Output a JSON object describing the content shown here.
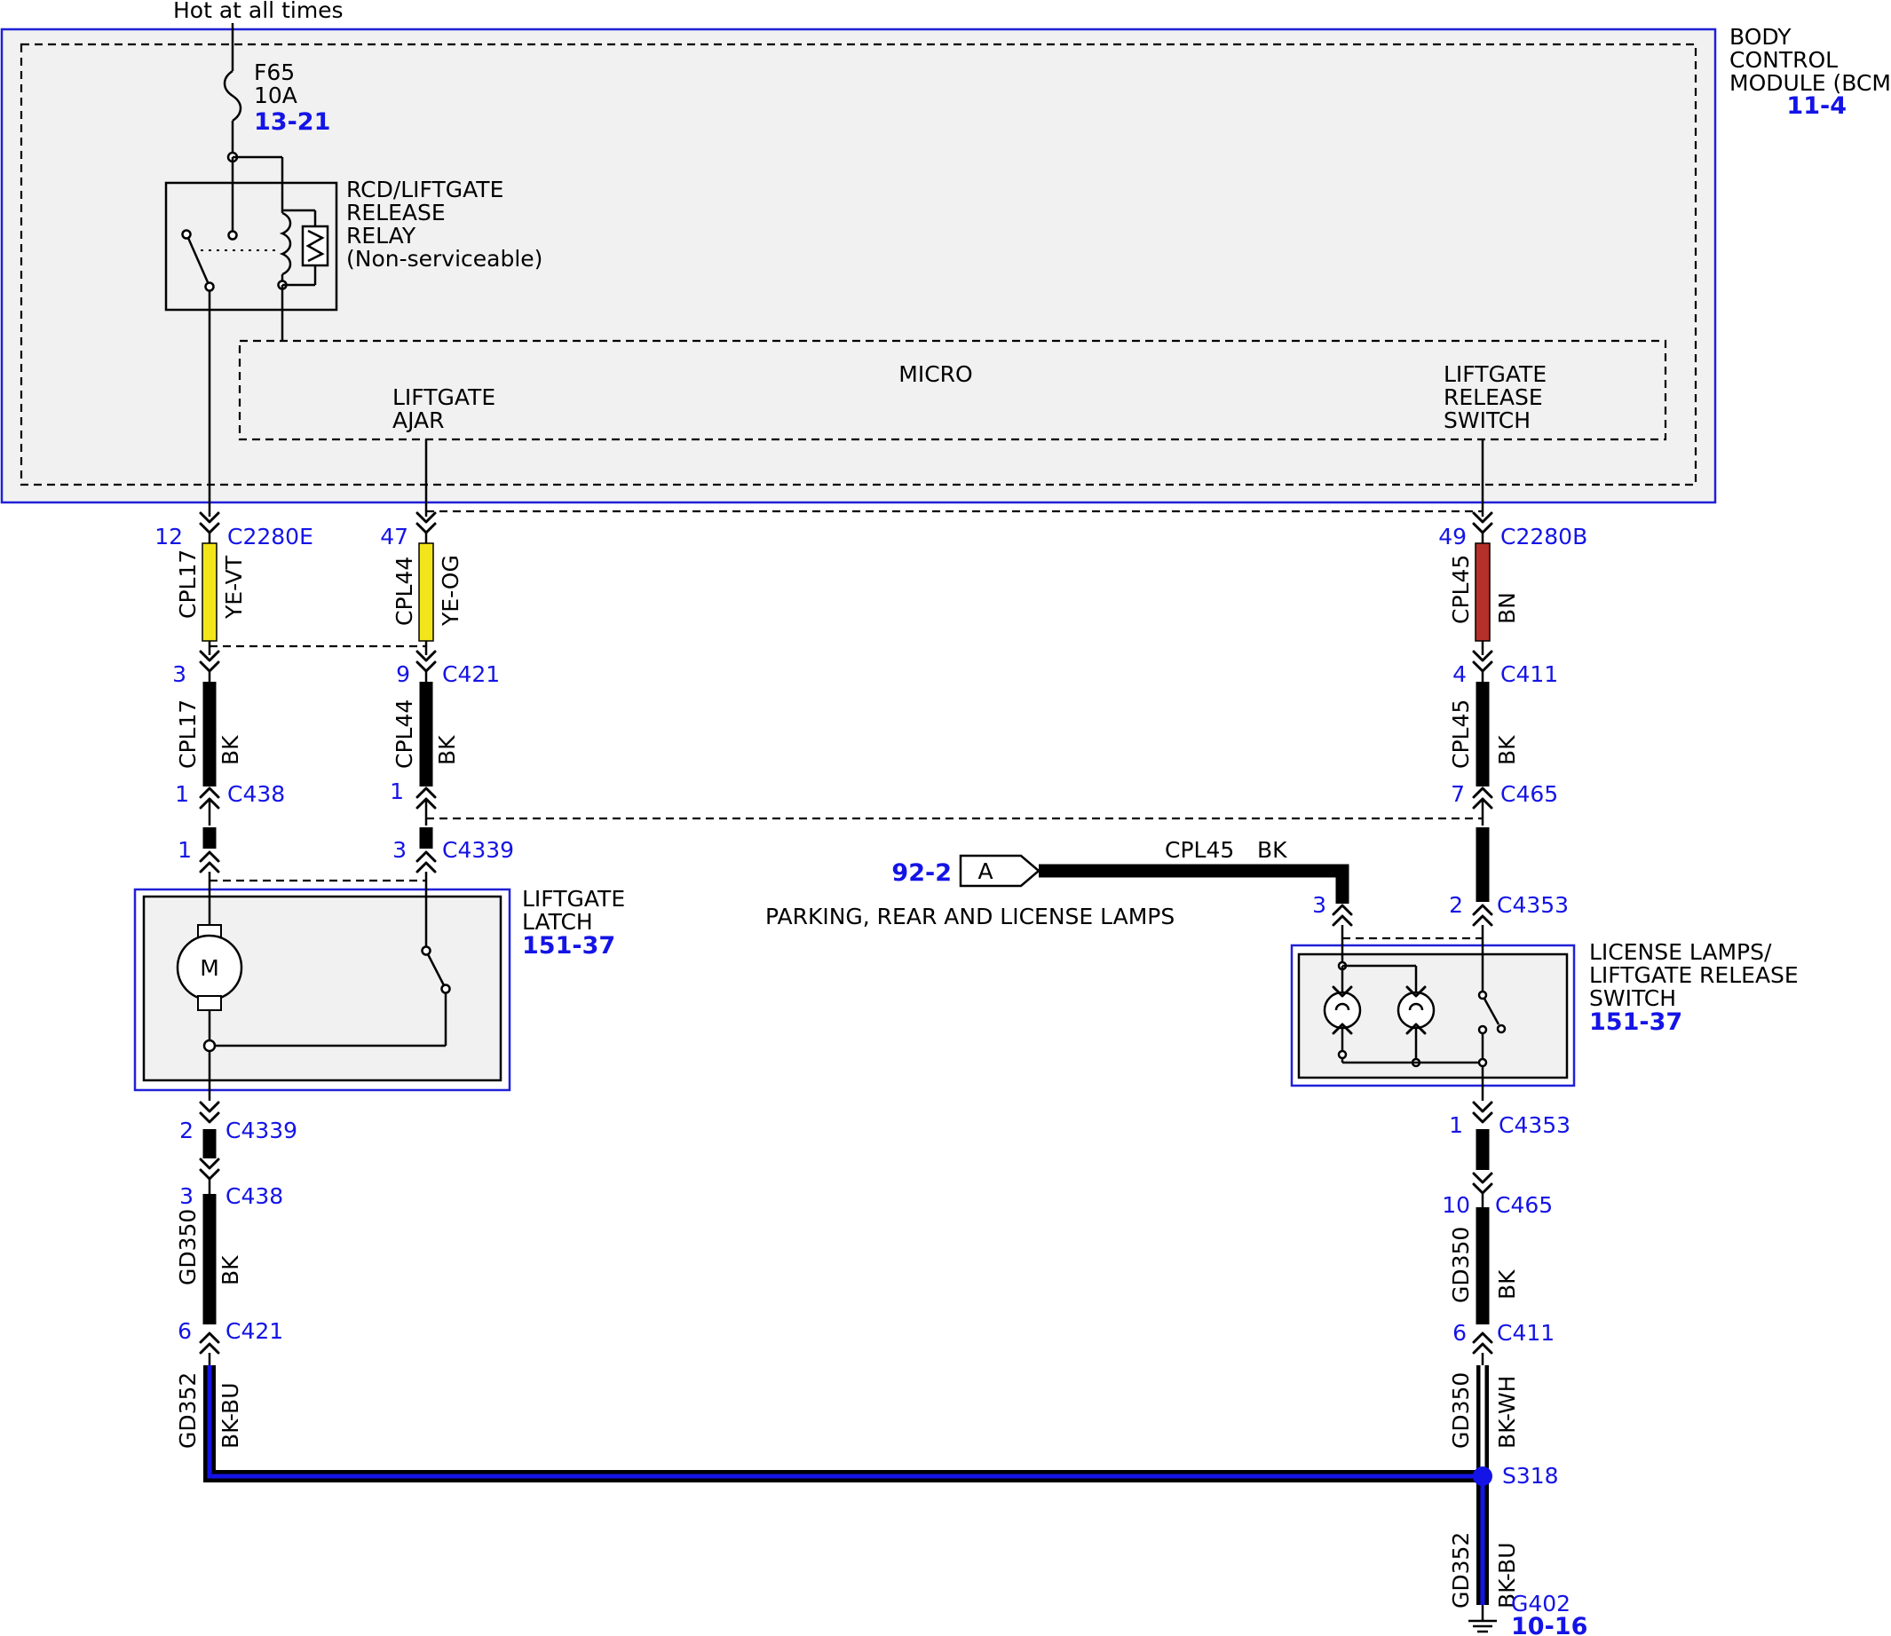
{
  "power": {
    "label": "Hot at all times"
  },
  "fuse": {
    "name": "F65",
    "rating": "10A",
    "ref": "13-21"
  },
  "bcm": {
    "line1": "BODY",
    "line2": "CONTROL",
    "line3": "MODULE (BCM)",
    "ref": "11-4"
  },
  "relay": {
    "line1": "RCD/LIFTGATE",
    "line2": "RELEASE",
    "line3": "RELAY",
    "line4": "(Non-serviceable)"
  },
  "micro": {
    "label": "MICRO",
    "ajar_line1": "LIFTGATE",
    "ajar_line2": "AJAR",
    "switch_line1": "LIFTGATE",
    "switch_line2": "RELEASE",
    "switch_line3": "SWITCH"
  },
  "connectors": {
    "c2280e": {
      "pin": "12",
      "name": "C2280E"
    },
    "c2280e_47": {
      "pin": "47"
    },
    "c2280b": {
      "pin": "49",
      "name": "C2280B"
    },
    "c421_3": {
      "pin": "3"
    },
    "c421_9": {
      "pin": "9",
      "name": "C421"
    },
    "c411_4": {
      "pin": "4",
      "name": "C411"
    },
    "c438_1": {
      "pin": "1",
      "name": "C438"
    },
    "c438_1b": {
      "pin": "1"
    },
    "c465_7": {
      "pin": "7",
      "name": "C465"
    },
    "c4339_1": {
      "pin": "1"
    },
    "c4339_3": {
      "pin": "3",
      "name": "C4339"
    },
    "c4353_2": {
      "pin": "2",
      "name": "C4353"
    },
    "conn_a_3": {
      "pin": "3"
    },
    "c4339_2": {
      "pin": "2",
      "name": "C4339"
    },
    "c438_3": {
      "pin": "3",
      "name": "C438"
    },
    "c421_6": {
      "pin": "6",
      "name": "C421"
    },
    "c4353_1": {
      "pin": "1",
      "name": "C4353"
    },
    "c465_10": {
      "pin": "10",
      "name": "C465"
    },
    "c411_6": {
      "pin": "6",
      "name": "C411"
    }
  },
  "wires": {
    "cpl17_a": {
      "circuit": "CPL17",
      "color": "YE-VT"
    },
    "cpl44_a": {
      "circuit": "CPL44",
      "color": "YE-OG"
    },
    "cpl45_a": {
      "circuit": "CPL45",
      "color": "BN"
    },
    "cpl17_b": {
      "circuit": "CPL17",
      "color": "BK"
    },
    "cpl44_b": {
      "circuit": "CPL44",
      "color": "BK"
    },
    "cpl45_b": {
      "circuit": "CPL45",
      "color": "BK"
    },
    "cpl45_c": {
      "circuit": "CPL45",
      "color": "BK"
    },
    "gd350_a": {
      "circuit": "GD350",
      "color": "BK"
    },
    "gd350_b": {
      "circuit": "GD350",
      "color": "BK"
    },
    "gd352_a": {
      "circuit": "GD352",
      "color": "BK-BU"
    },
    "gd350_c": {
      "circuit": "GD350",
      "color": "BK-WH"
    },
    "gd352_b": {
      "circuit": "GD352",
      "color": "BK-BU"
    }
  },
  "liftgate_latch": {
    "line1": "LIFTGATE",
    "line2": "LATCH",
    "ref": "151-37",
    "motor": "M"
  },
  "license_lamps": {
    "line1": "LICENSE LAMPS/",
    "line2": "LIFTGATE RELEASE",
    "line3": "SWITCH",
    "ref": "151-37"
  },
  "offpage": {
    "ref": "92-2",
    "letter": "A",
    "desc": "PARKING, REAR AND LICENSE LAMPS"
  },
  "splice": {
    "name": "S318"
  },
  "ground": {
    "name": "G402",
    "ref": "10-16"
  },
  "colors": {
    "ref_blue": "#1414e6",
    "box_blue": "#2020d8",
    "yellow_wire": "#f2e51a",
    "brown_wire": "#b5302a",
    "module_fill": "#f1f1f1"
  }
}
